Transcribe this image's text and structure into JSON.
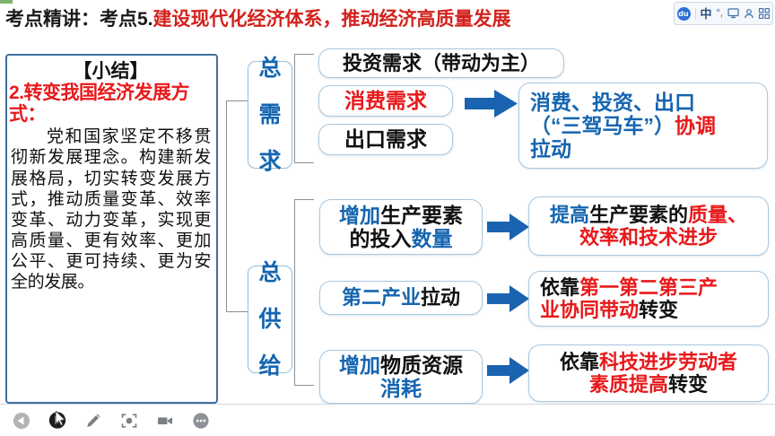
{
  "header": {
    "prefix": "考点精讲：考点5.",
    "highlight": "建设现代化经济体系，推动经济高质量发展"
  },
  "ime_toolbar": {
    "logo": "du",
    "items": [
      {
        "name": "language-mode",
        "glyph": "中"
      },
      {
        "name": "punctuation-mode",
        "glyph": "°,"
      },
      {
        "name": "soft-keyboard-icon",
        "glyph": "⌨"
      },
      {
        "name": "user-account-icon",
        "glyph": "&#128100;"
      },
      {
        "name": "toolbox-grid-icon",
        "glyph": "&#9638;"
      }
    ]
  },
  "left_panel": {
    "title": "【小结】",
    "subtitle": "2.转变我国经济发展方式：",
    "body": "党和国家坚定不移贯彻新发展理念。构建新发展格局，切实转变发展方式，推动质量变革、效率变革、动力变革，实现更高质量、更有效率、更加公平、更可持续、更为安全的发展。"
  },
  "diagram": {
    "categories": [
      {
        "name": "total-demand",
        "label": "总需求",
        "chars": [
          "总",
          "需",
          "求"
        ]
      },
      {
        "name": "total-supply",
        "label": "总供给",
        "chars": [
          "总",
          "供",
          "给"
        ]
      }
    ],
    "demand_items": [
      {
        "name": "investment-demand",
        "segments": [
          {
            "text": "投资需求（带动为主）",
            "color": "black"
          }
        ]
      },
      {
        "name": "consumption-demand",
        "segments": [
          {
            "text": "消费需求",
            "color": "red"
          }
        ]
      },
      {
        "name": "export-demand",
        "segments": [
          {
            "text": "出口需求",
            "color": "black"
          }
        ]
      }
    ],
    "demand_result": {
      "name": "demand-result",
      "lines": [
        [
          {
            "text": "消费、投资、出口",
            "color": "blue"
          }
        ],
        [
          {
            "text": "（“三驾马车”）",
            "color": "blue"
          },
          {
            "text": "协调",
            "color": "red"
          }
        ],
        [
          {
            "text": "拉动",
            "color": "blue"
          }
        ]
      ]
    },
    "supply_rows": [
      {
        "name": "supply-row-factors",
        "source": {
          "name": "increase-factor-input",
          "lines": [
            [
              {
                "text": "增加",
                "color": "blue"
              },
              {
                "text": "生产要素",
                "color": "black"
              }
            ],
            [
              {
                "text": "的投入",
                "color": "black"
              },
              {
                "text": "数量",
                "color": "blue"
              }
            ]
          ]
        },
        "result": {
          "name": "improve-factor-quality",
          "lines": [
            [
              {
                "text": "提高",
                "color": "blue"
              },
              {
                "text": "生产要素的",
                "color": "black"
              },
              {
                "text": "质量、",
                "color": "red"
              }
            ],
            [
              {
                "text": "效率和技术进步",
                "color": "red"
              }
            ]
          ]
        }
      },
      {
        "name": "supply-row-industry",
        "source": {
          "name": "secondary-industry-drive",
          "lines": [
            [
              {
                "text": "第二产业",
                "color": "blue"
              },
              {
                "text": "拉动",
                "color": "black"
              }
            ]
          ]
        },
        "result": {
          "name": "three-industries-coordination",
          "lines": [
            [
              {
                "text": "依靠",
                "color": "black"
              },
              {
                "text": "第一第二第三产",
                "color": "red"
              }
            ],
            [
              {
                "text": "业协同带动",
                "color": "red"
              },
              {
                "text": "转变",
                "color": "black"
              }
            ]
          ]
        }
      },
      {
        "name": "supply-row-resources",
        "source": {
          "name": "increase-material-consumption",
          "lines": [
            [
              {
                "text": "增加",
                "color": "blue"
              },
              {
                "text": "物质资源",
                "color": "black"
              }
            ],
            [
              {
                "text": "消耗",
                "color": "blue"
              }
            ]
          ]
        },
        "result": {
          "name": "tech-and-labor-quality",
          "lines": [
            [
              {
                "text": "依靠",
                "color": "black"
              },
              {
                "text": "科技进步劳动者",
                "color": "red"
              }
            ],
            [
              {
                "text": "素质提高",
                "color": "red"
              },
              {
                "text": "转变",
                "color": "black"
              }
            ]
          ]
        }
      }
    ]
  },
  "player_bar": {
    "buttons": [
      {
        "name": "previous-button",
        "icon": "previous-icon"
      },
      {
        "name": "play-button",
        "icon": "play-icon"
      },
      {
        "name": "annotate-button",
        "icon": "pencil-icon"
      },
      {
        "name": "screenshot-button",
        "icon": "capture-frame-icon"
      },
      {
        "name": "record-button",
        "icon": "video-camera-icon"
      },
      {
        "name": "more-button",
        "icon": "more-dots-icon"
      }
    ]
  },
  "colors": {
    "red": "#e8191b",
    "blue": "#1565b0",
    "black": "#111111",
    "arrow_blue": "#1a63b0",
    "box_border": "#a9c8e0",
    "panel_border": "#3f6f9e"
  }
}
